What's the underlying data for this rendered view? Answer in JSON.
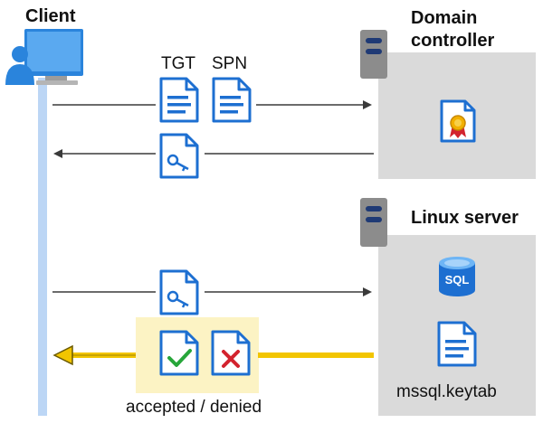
{
  "client": {
    "title": "Client"
  },
  "domain_controller": {
    "title_line1": "Domain",
    "title_line2": "controller"
  },
  "linux_server": {
    "title": "Linux server",
    "keytab_label": "mssql.keytab",
    "sql_label": "SQL"
  },
  "messages": {
    "tgt_label": "TGT",
    "spn_label": "SPN",
    "result_label": "accepted / denied"
  },
  "colors": {
    "panel": "#dadada",
    "timeline": "#bcd6f5",
    "doc_blue": "#1d6fd1",
    "accept_green": "#27a63a",
    "deny_red": "#d3232e",
    "highlight": "#fcf3c4",
    "result_arrow": "#f2c500"
  },
  "icons": [
    "user-computer-icon",
    "server-icon",
    "document-icon",
    "key-document-icon",
    "certificate-icon",
    "sql-database-icon",
    "accepted-document-icon",
    "denied-document-icon"
  ]
}
